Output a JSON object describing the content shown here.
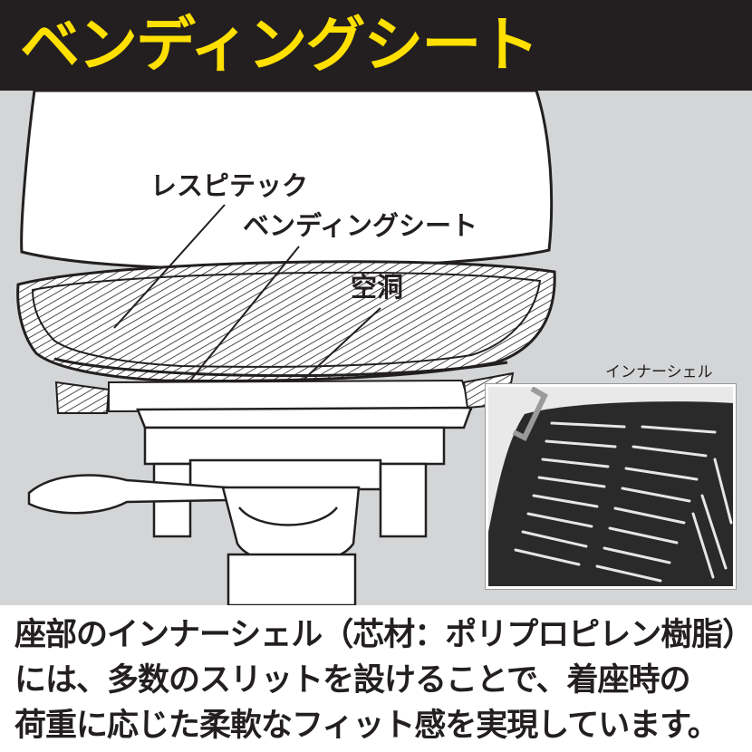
{
  "header": {
    "title": "ベンディングシート",
    "title_color": "#ffe000",
    "background": "#231f20"
  },
  "illustration": {
    "background": "#d3d5d6",
    "labels": {
      "respitec": "レスピテック",
      "bending_sheet": "ベンディングシート",
      "cavity": "空洞"
    },
    "inset": {
      "label": "インナーシェル"
    }
  },
  "caption": {
    "lines": [
      "座部のインナーシェル（芯材：ポリプロピレン樹脂）",
      "には、多数のスリットを設けることで、着座時の",
      "荷重に応じた柔軟なフィット感を実現しています。"
    ]
  }
}
